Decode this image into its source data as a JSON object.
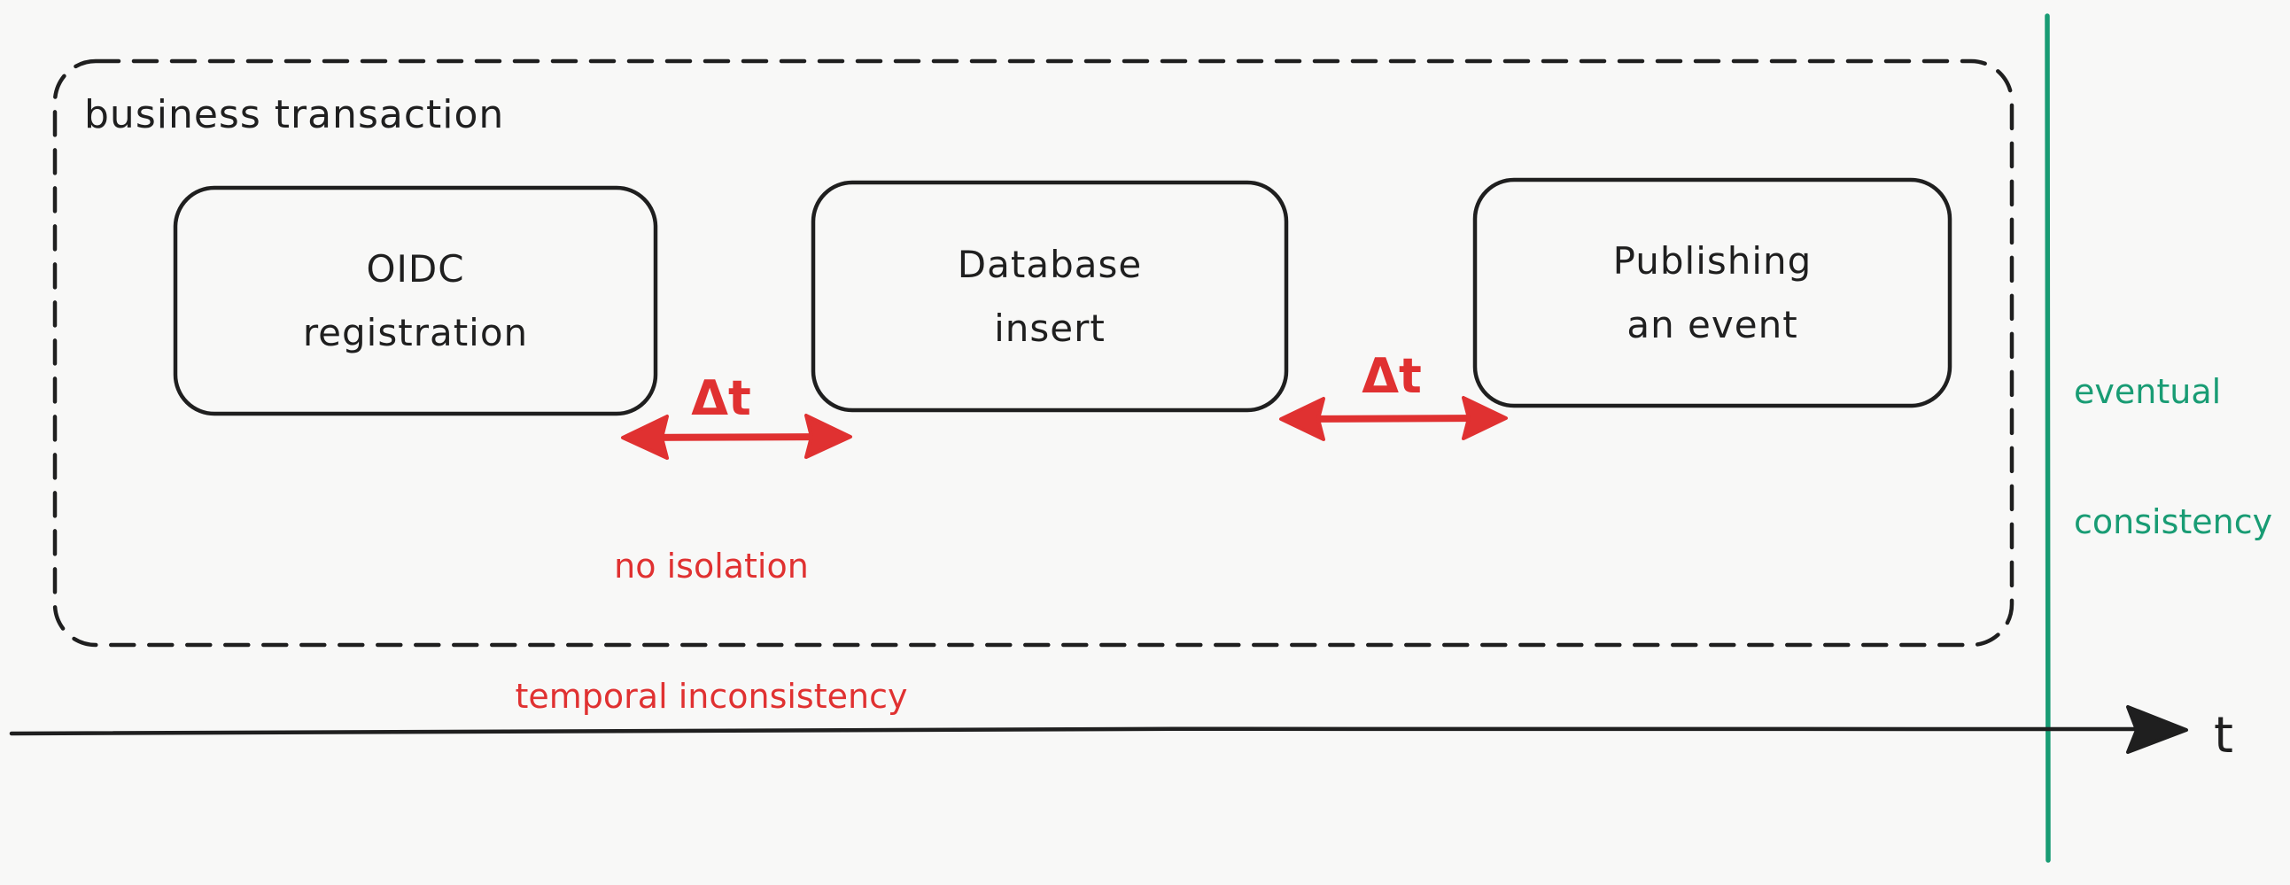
{
  "colors": {
    "bg": "#f8f8f7",
    "ink": "#1f1f1f",
    "red": "#e03131",
    "green": "#199c74"
  },
  "frame": {
    "title": "business transaction"
  },
  "steps": [
    {
      "line1": "OIDC",
      "line2": "registration"
    },
    {
      "line1": "Database",
      "line2": "insert"
    },
    {
      "line1": "Publishing",
      "line2": "an event"
    }
  ],
  "deltas": [
    {
      "label": "Δt"
    },
    {
      "label": "Δt"
    }
  ],
  "note": {
    "line1": "no isolation",
    "line2": "temporal inconsistency"
  },
  "eventual": {
    "line1": "eventual",
    "line2": "consistency"
  },
  "axis": {
    "label": "t"
  }
}
